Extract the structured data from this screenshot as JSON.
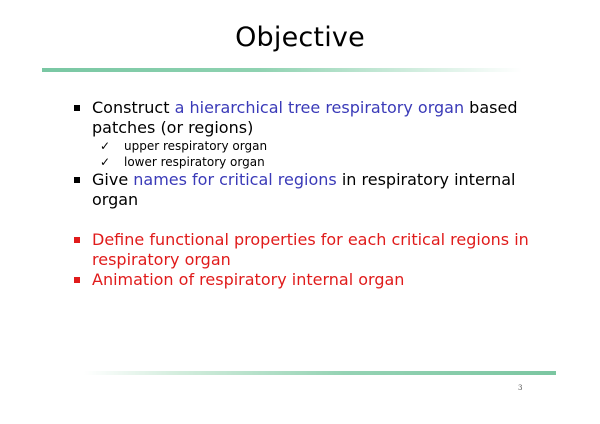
{
  "slide": {
    "title": "Objective",
    "page_number": "3"
  },
  "bullets": [
    {
      "pre": "Construct ",
      "highlight": "a hierarchical tree respiratory organ",
      "post": " based patches (or regions)"
    },
    {
      "pre": "Give ",
      "highlight": "names for critical regions",
      "post": " in respiratory internal organ"
    },
    {
      "text": "Define functional properties for each critical regions in respiratory organ"
    },
    {
      "text": "Animation of respiratory internal organ"
    }
  ],
  "sub_items": [
    "upper respiratory organ",
    "lower respiratory organ"
  ],
  "icons": {
    "bullet": "square-bullet-icon",
    "check": "checkmark-icon"
  },
  "colors": {
    "highlight": "#3a3ab8",
    "emphasis": "#e01b1b",
    "rule": "#79c7a3"
  }
}
